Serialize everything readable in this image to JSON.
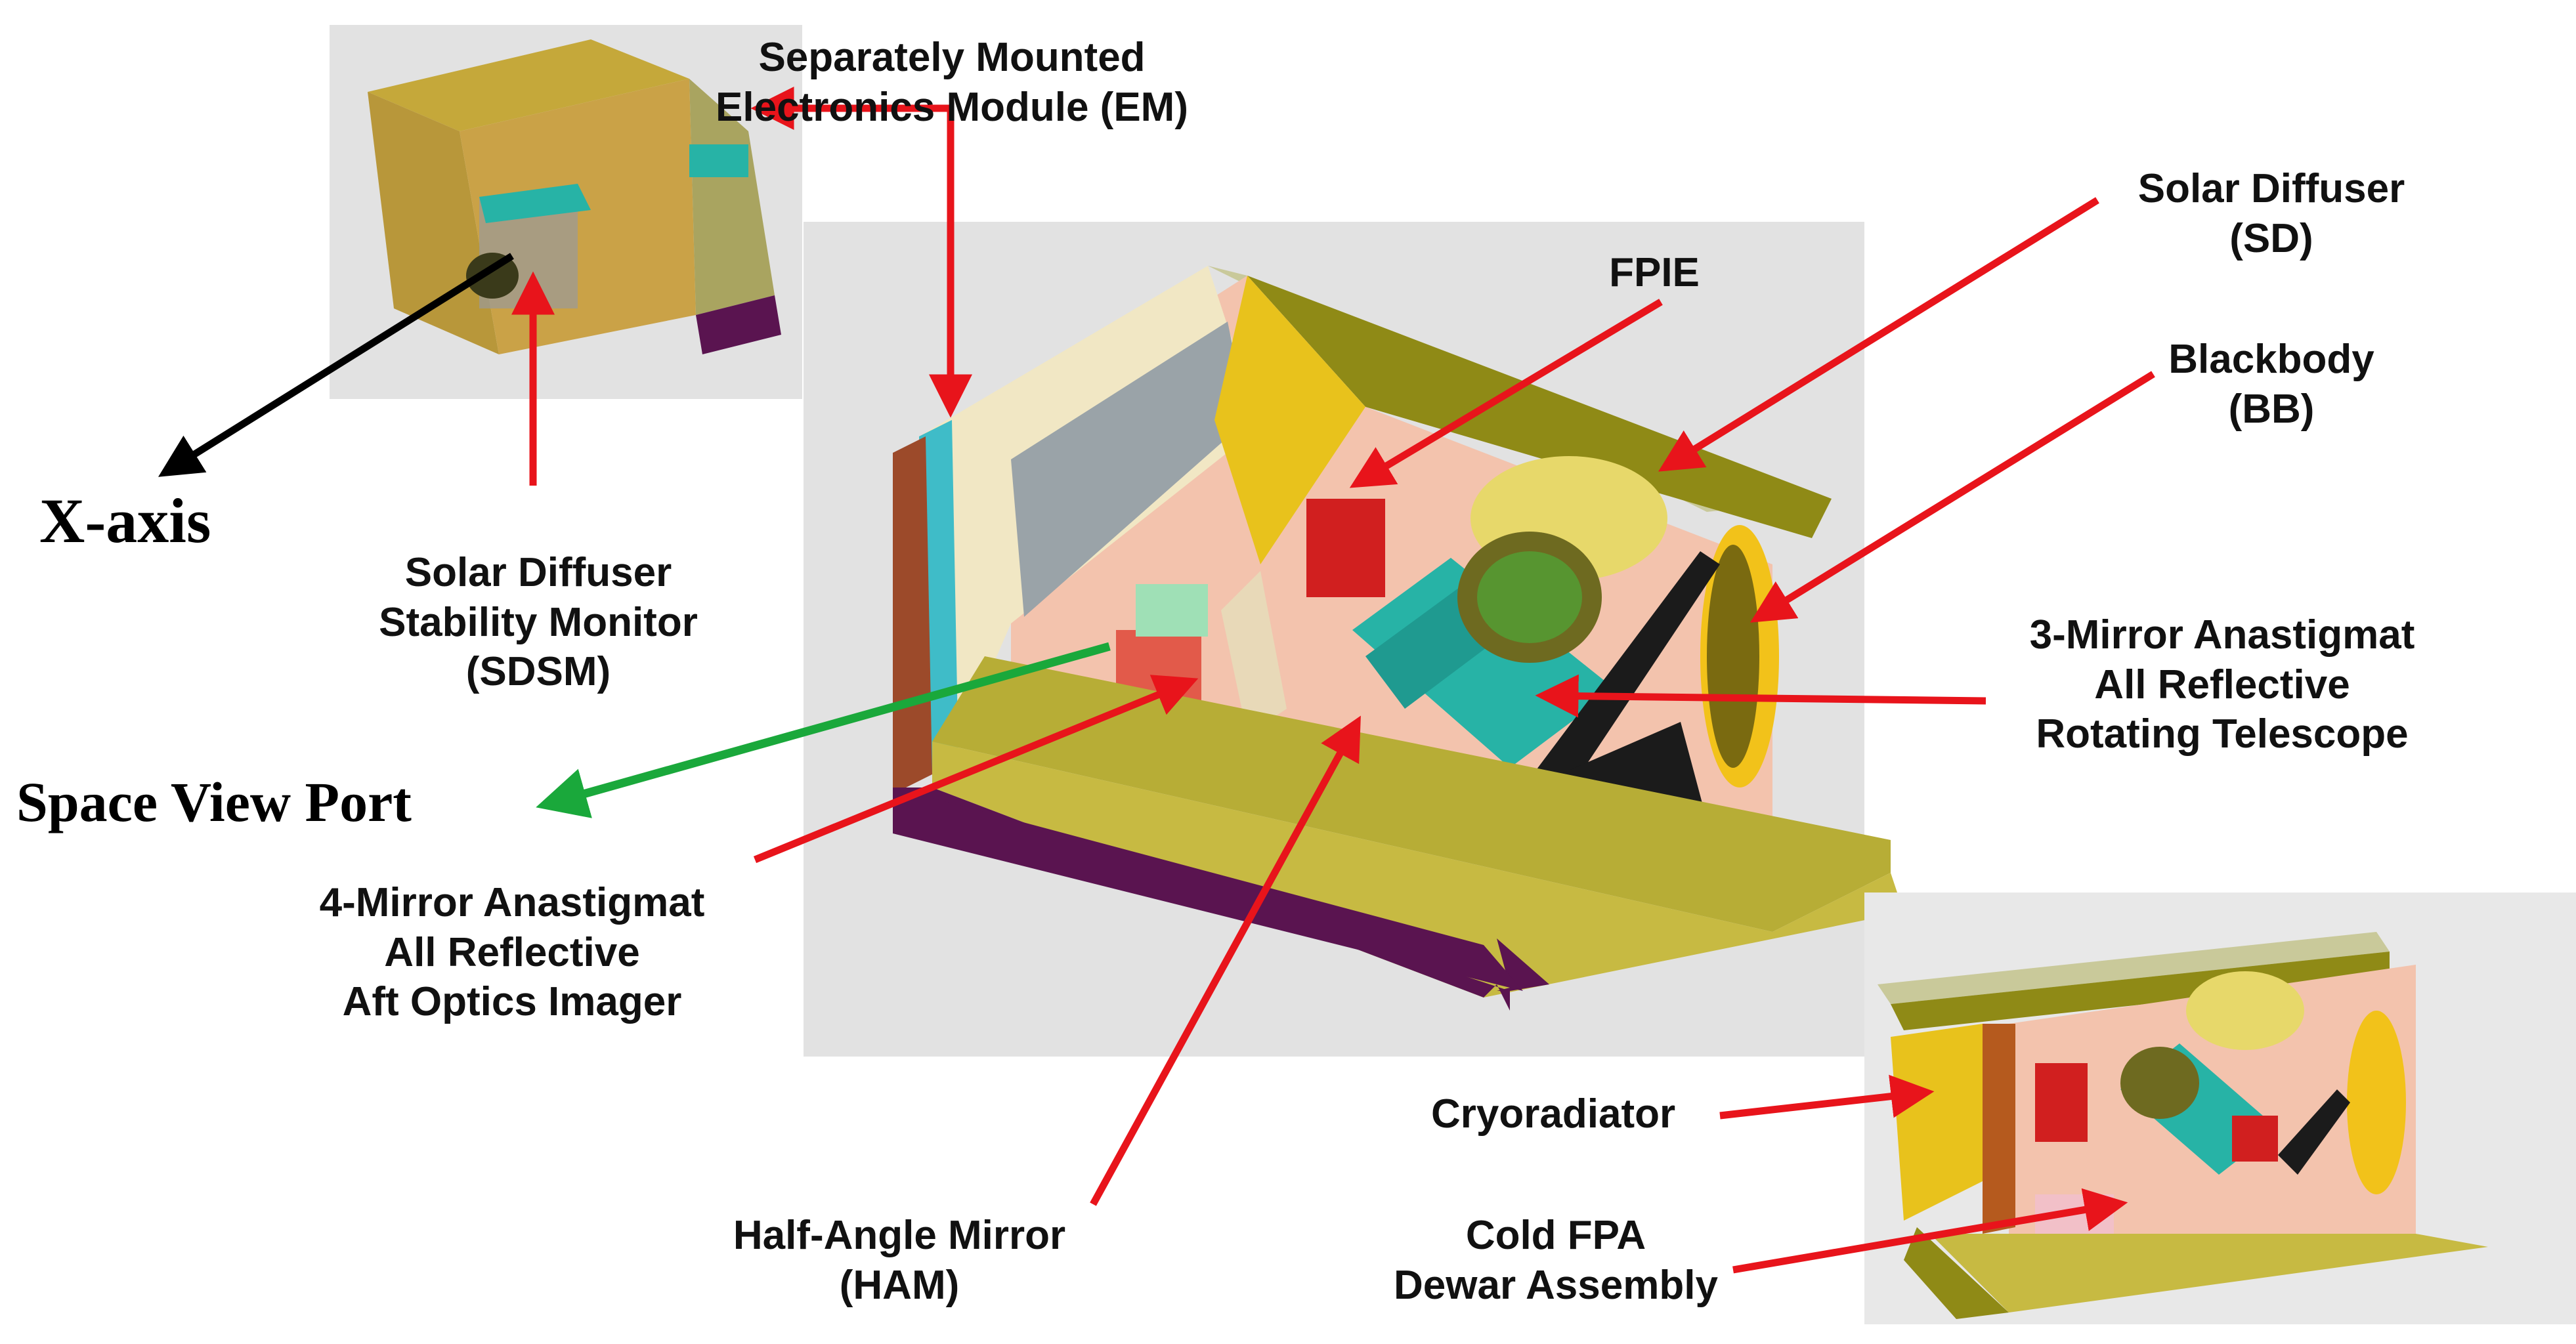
{
  "labels": {
    "em": [
      "Separately Mounted",
      "Electronics Module (EM)"
    ],
    "fpie": "FPIE",
    "sd": [
      "Solar Diffuser",
      "(SD)"
    ],
    "bb": [
      "Blackbody",
      "(BB)"
    ],
    "xaxis": "X-axis",
    "sdsm": [
      "Solar Diffuser",
      "Stability Monitor",
      "(SDSM)"
    ],
    "rta": [
      "3-Mirror Anastigmat",
      "All Reflective",
      "Rotating Telescope"
    ],
    "svp": "Space View Port",
    "aoi": [
      "4-Mirror Anastigmat",
      "All Reflective",
      "Aft Optics Imager"
    ],
    "cryo": "Cryoradiator",
    "ham": [
      "Half-Angle Mirror",
      "(HAM)"
    ],
    "dewar": [
      "Cold FPA",
      "Dewar Assembly"
    ]
  },
  "colors": {
    "arrow_red": "#e8141b",
    "arrow_green": "#1aa83b",
    "arrow_black": "#000000",
    "panel_gray": "#e2e2e2",
    "olive": "#8f8a16",
    "yellow": "#e8c21c",
    "salmon": "#f4b49a",
    "teal": "#27b3a6",
    "purple": "#5a1450",
    "rust": "#9c4a2a"
  }
}
